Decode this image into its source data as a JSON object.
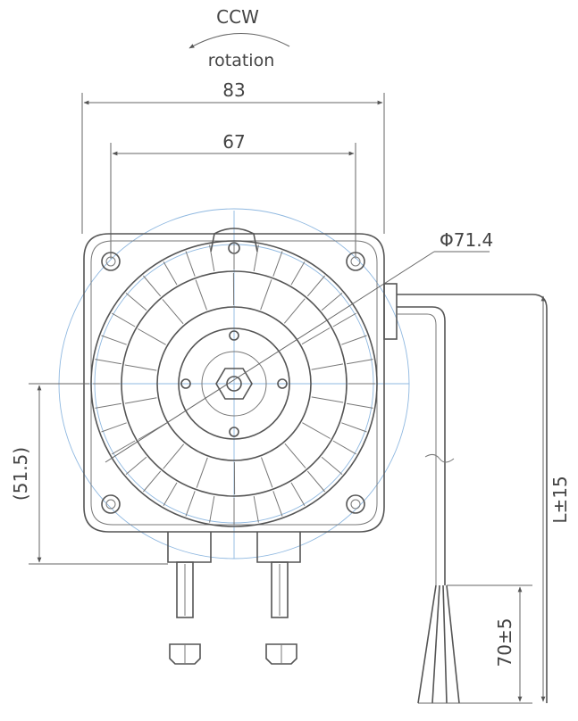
{
  "rotation": {
    "direction": "CCW",
    "caption": "rotation"
  },
  "dimensions": {
    "overall_width": "83",
    "mount_spacing": "67",
    "diameter": "Φ71.4",
    "height_ref": "(51.5)",
    "lead_length": "L±15",
    "strip_length": "70±5"
  }
}
